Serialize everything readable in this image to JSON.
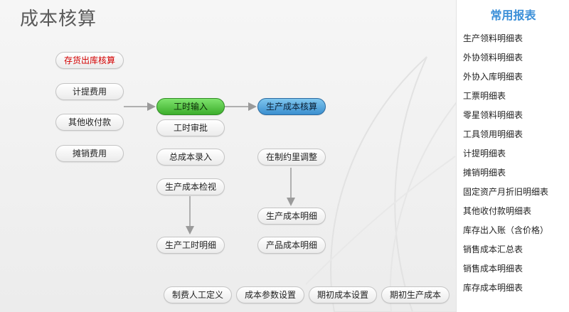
{
  "page": {
    "title": "成本核算"
  },
  "flow": {
    "inventory_out_cost": "存货出库核算",
    "accrued_expenses": "计提费用",
    "other_receipts_payments": "其他收付款",
    "amortized_expenses": "摊销费用",
    "labor_hours_input": "工时输入",
    "labor_hours_review": "工时审批",
    "total_cost_entry": "总成本录入",
    "production_cost_inspection": "生产成本检视",
    "production_hours_detail": "生产工时明细",
    "production_cost_calc": "生产成本核算",
    "wip_equivalent_adjust": "在制约里调整",
    "production_cost_detail": "生产成本明细",
    "product_cost_detail": "产品成本明细"
  },
  "settings": {
    "manufacturing_labor_def": "制费人工定义",
    "cost_params_setup": "成本参数设置",
    "opening_cost_setup": "期初成本设置",
    "opening_production_cost": "期初生产成本"
  },
  "sidebar": {
    "title": "常用报表",
    "items": [
      "生产领料明细表",
      "外协领料明细表",
      "外协入库明细表",
      "工票明细表",
      "零星领料明细表",
      "工具领用明细表",
      "计提明细表",
      "摊销明细表",
      "固定资产月折旧明细表",
      "其他收付款明细表",
      "库存出入账（含价格）",
      "销售成本汇总表",
      "销售成本明细表",
      "库存成本明细表"
    ]
  },
  "colors": {
    "accent_blue": "#3b8fd8",
    "button_green": "#3cae2c",
    "button_blue": "#3b8fcf",
    "alert_red": "#d40000"
  }
}
